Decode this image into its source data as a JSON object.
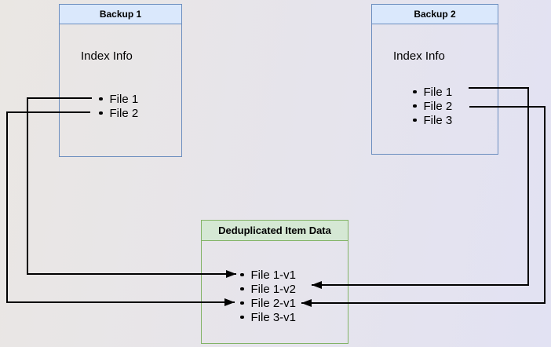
{
  "nodes": {
    "backup1": {
      "title": "Backup 1",
      "section_label": "Index Info",
      "items": [
        "File 1",
        "File 2"
      ]
    },
    "backup2": {
      "title": "Backup 2",
      "section_label": "Index Info",
      "items": [
        "File 1",
        "File 2",
        "File 3"
      ]
    },
    "dedup": {
      "title": "Deduplicated Item Data",
      "items": [
        "File 1-v1",
        "File 1-v2",
        "File 2-v1",
        "File 3-v1"
      ]
    }
  },
  "colors": {
    "blue_node_border": "#6c8ebf",
    "blue_node_header_fill": "#dae8fc",
    "green_node_border": "#82b366",
    "green_node_header_fill": "#d5e8d4",
    "connector": "#000000",
    "background_left": "#eae7e3",
    "background_right": "#e2e2f3"
  },
  "connections": [
    {
      "from": "Backup 1 / File 1",
      "to": "Deduplicated Item Data / File 1-v1"
    },
    {
      "from": "Backup 1 / File 2",
      "to": "Deduplicated Item Data / File 2-v1"
    },
    {
      "from": "Backup 2 / File 1",
      "to": "Deduplicated Item Data / File 1-v2"
    },
    {
      "from": "Backup 2 / File 2",
      "to": "Deduplicated Item Data / File 2-v1"
    }
  ]
}
